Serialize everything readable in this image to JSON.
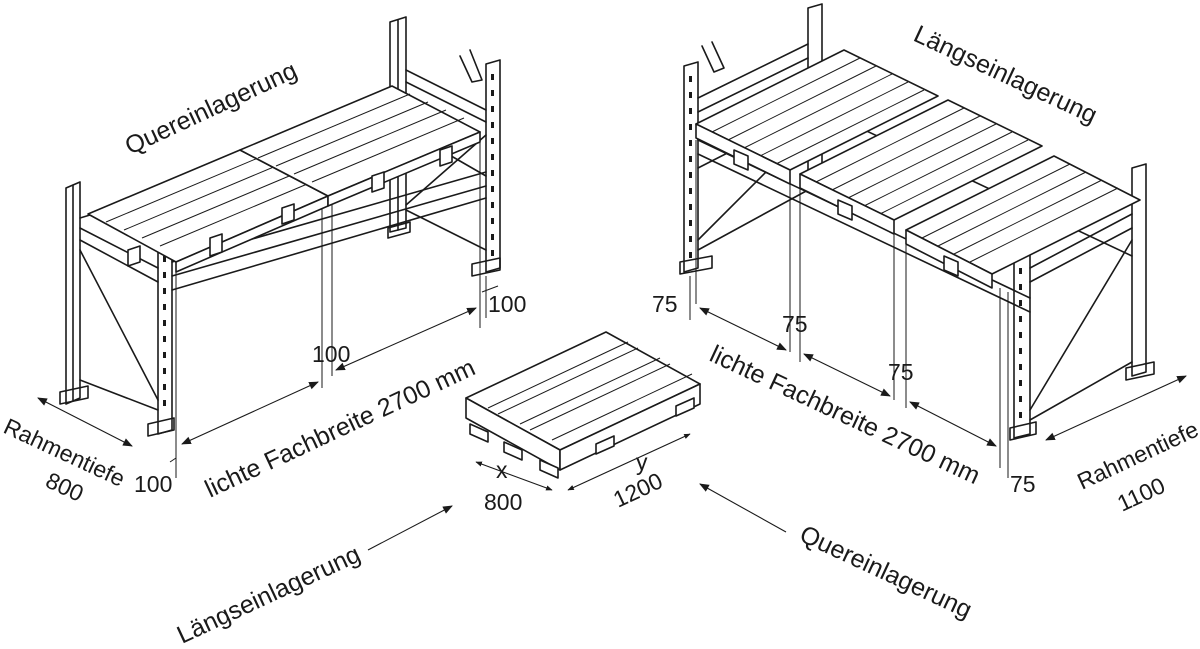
{
  "labels": {
    "quer_top_left": "Quereinlagerung",
    "laengs_top_right": "Längseinlagerung",
    "rahmentiefe_left_word": "Rahmentiefe",
    "rahmentiefe_left_value": "800",
    "rahmentiefe_right_word": "Rahmentiefe",
    "rahmentiefe_right_value": "1100",
    "fachbreite_left": "lichte Fachbreite 2700 mm",
    "fachbreite_right": "lichte Fachbreite 2700 mm",
    "gap_left_1": "100",
    "gap_left_2": "100",
    "gap_left_3": "100",
    "gap_right_1": "75",
    "gap_right_2": "75",
    "gap_right_3": "75",
    "gap_right_4": "75",
    "pallet_x_symbol": "x",
    "pallet_x_value": "800",
    "pallet_y_symbol": "y",
    "pallet_y_value": "1200",
    "laengs_bottom": "Längseinlagerung",
    "quer_bottom": "Quereinlagerung"
  }
}
